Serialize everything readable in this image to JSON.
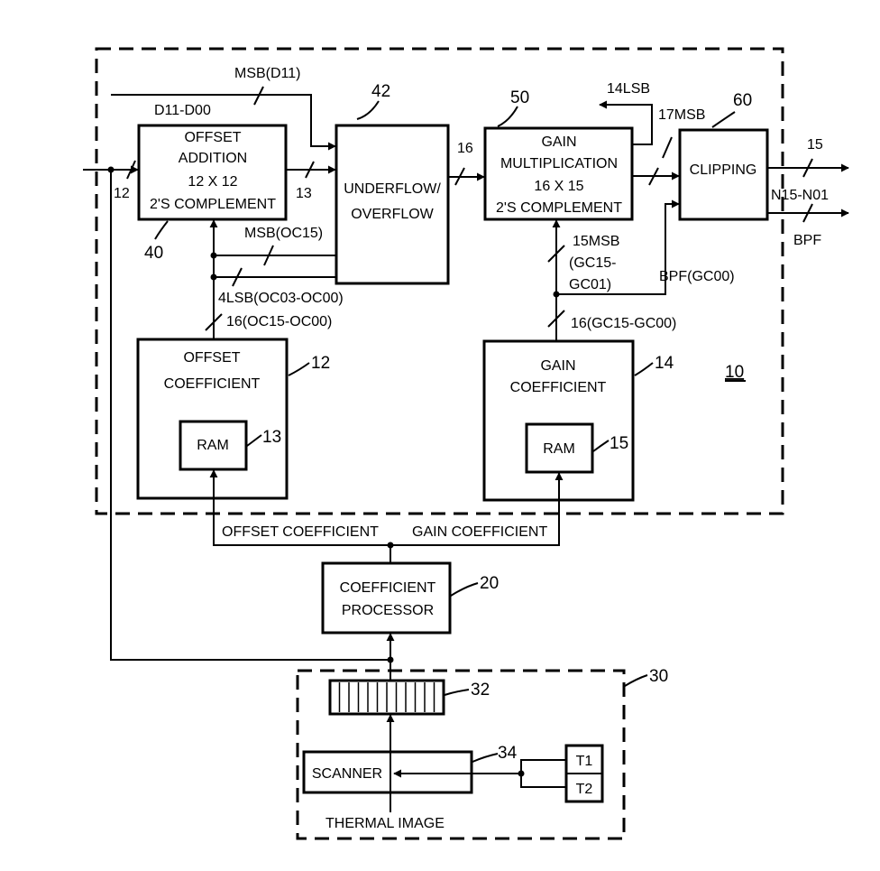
{
  "references": {
    "system": "10",
    "offset_coef_block": "12",
    "ram_offset": "13",
    "gain_coef_block": "14",
    "ram_gain": "15",
    "coef_processor": "20",
    "sensor_group": "30",
    "detector_array": "32",
    "scanner_ref": "34",
    "offset_addition_ref": "40",
    "underflow_ref": "42",
    "gain_mult_ref": "50",
    "clipping_ref": "60"
  },
  "blocks": {
    "offset_addition": [
      "OFFSET",
      "ADDITION",
      "12 X 12",
      "2'S COMPLEMENT"
    ],
    "underflow": [
      "UNDERFLOW/",
      "OVERFLOW"
    ],
    "gain_multiplication": [
      "GAIN",
      "MULTIPLICATION",
      "16 X 15",
      "2'S COMPLEMENT"
    ],
    "clipping": "CLIPPING",
    "offset_coefficient": [
      "OFFSET",
      "COEFFICIENT"
    ],
    "gain_coefficient": [
      "GAIN",
      "COEFFICIENT"
    ],
    "ram": "RAM",
    "coefficient_processor": [
      "COEFFICIENT",
      "PROCESSOR"
    ],
    "scanner": "SCANNER",
    "t1": "T1",
    "t2": "T2"
  },
  "signals": {
    "msb_d11": "MSB(D11)",
    "d11_d00": "D11-D00",
    "in_width": "12",
    "offset_out_width": "13",
    "under_out_width": "16",
    "lsb14": "14LSB",
    "msb17": "17MSB",
    "out_width": "15",
    "n15_n01": "N15-N01",
    "bpf": "BPF",
    "msb_oc15": "MSB(OC15)",
    "lsb4": "4LSB(OC03-OC00)",
    "oc16": "16(OC15-OC00)",
    "msb15": "15MSB",
    "gc15_a": "(GC15-",
    "gc15_b": "GC01)",
    "bpf_gc00": "BPF(GC00)",
    "gc16": "16(GC15-GC00)",
    "offset_coef_bus": "OFFSET COEFFICIENT",
    "gain_coef_bus": "GAIN COEFFICIENT",
    "thermal_image": "THERMAL IMAGE"
  }
}
